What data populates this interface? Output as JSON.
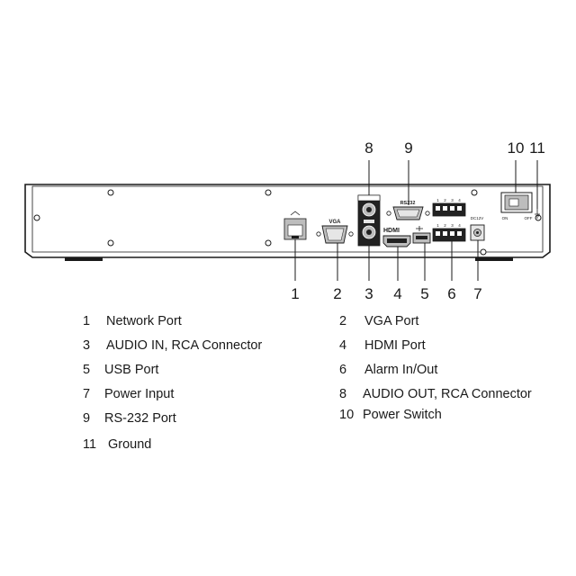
{
  "callouts": {
    "top": [
      "8",
      "9",
      "10",
      "11"
    ],
    "bottom": [
      "1",
      "2",
      "3",
      "4",
      "5",
      "6",
      "7"
    ]
  },
  "panel_labels": {
    "vga": "VGA",
    "rs232": "RS232",
    "hdmi": "HDMI",
    "power_in": "DC12V",
    "switch_on": "ON",
    "switch_off": "OFF",
    "alarm_top": [
      "1",
      "2",
      "3",
      "4"
    ],
    "alarm_bottom": [
      "1",
      "2",
      "3",
      "4"
    ]
  },
  "legend": [
    {
      "num": "1",
      "label": "Network Port"
    },
    {
      "num": "2",
      "label": "VGA Port"
    },
    {
      "num": "3",
      "label": "AUDIO IN, RCA Connector"
    },
    {
      "num": "4",
      "label": "HDMI Port"
    },
    {
      "num": "5",
      "label": "USB Port"
    },
    {
      "num": "6",
      "label": "Alarm In/Out"
    },
    {
      "num": "7",
      "label": "Power Input"
    },
    {
      "num": "8",
      "label": "AUDIO OUT, RCA Connector"
    },
    {
      "num": "9",
      "label": "RS-232 Port"
    },
    {
      "num": "10",
      "label": "Power Switch"
    },
    {
      "num": "11",
      "label": "Ground"
    }
  ],
  "colors": {
    "line": "#1a1a1a",
    "panel_fill": "#ffffff",
    "port_dark": "#222222",
    "port_gray": "#bdbdbd",
    "port_light": "#e6e6e6"
  }
}
